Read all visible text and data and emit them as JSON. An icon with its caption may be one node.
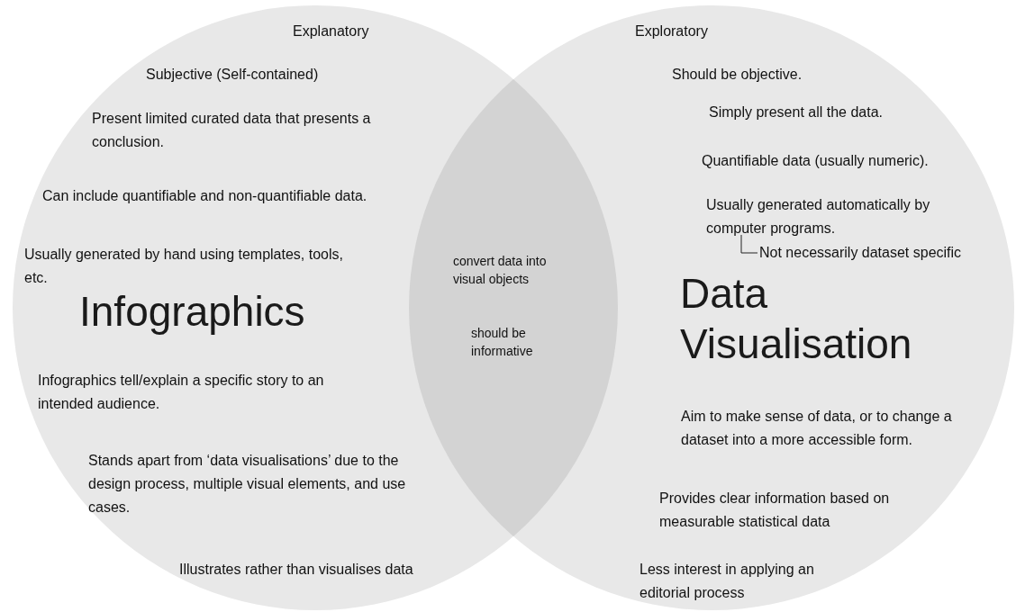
{
  "diagram": {
    "nodes": [
      {
        "text": [
          "Explanatory",
          "Subjective (Self-contained)",
          "Present limited curated data that presents a conclusion.",
          "Can include quantifiable and non-quantifiable data.",
          "Usually generated by hand using templates, tools, etc.",
          "Infographics",
          "Infographics tell/explain a specific story to an intended audience.",
          "Stands apart from ‘data visualisations’ due to the design process, multiple visual elements, and use cases.",
          "Illustrates rather than visualises data"
        ]
      },
      {
        "text": [
          "Exploratory",
          "Should be objective.",
          "Simply present all the data.",
          "Quantifiable data (usually numeric).",
          "Data Visualisation",
          "Aim to make sense of data, or to change a dataset into a more accessible form.",
          "Provides clear information based on measurable statistical data",
          "Less interest in applying an editorial process"
        ]
      },
      {
        "text": [
          "convert data into visual objects",
          "should be informative"
        ]
      },
      {
        "text": [
          "Usually generated automatically by computer programs."
        ],
        "in": 1
      },
      {
        "text": [
          "Not necessarily dataset specific"
        ],
        "in": 1
      }
    ],
    "edges": [
      {
        "from": 3,
        "to": 4,
        "arrow": "none"
      }
    ]
  }
}
